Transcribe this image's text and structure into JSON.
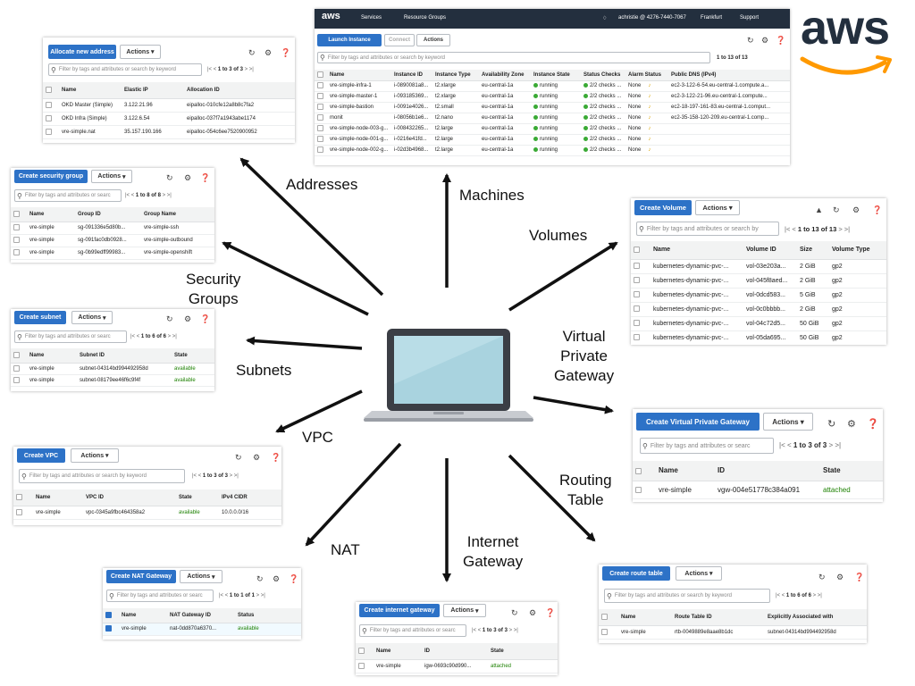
{
  "labels": {
    "addresses": "Addresses",
    "machines": "Machines",
    "volumes": "Volumes",
    "security_groups": "Security\nGroups",
    "subnets": "Subnets",
    "vpg": "Virtual\nPrivate\nGateway",
    "vpc": "VPC",
    "nat": "NAT",
    "internet_gateway": "Internet\nGateway",
    "routing_table": "Routing\nTable"
  },
  "logo": {
    "text": "aws",
    "color": "#232f3e",
    "smile_color": "#ff9900"
  },
  "colors": {
    "primary": "#2d72c7",
    "green": "#1d8102",
    "navbar": "#232f3e"
  },
  "common": {
    "actions": "Actions",
    "filter": "Filter by tags and attributes or search by keyword"
  },
  "machines": {
    "nav": {
      "services": "Services",
      "resource_groups": "Resource Groups",
      "account": "achristie @ 4276-7440-7067",
      "region": "Frankfurt",
      "support": "Support"
    },
    "launch": "Launch Instance",
    "connect": "Connect",
    "pager": "1 to 13 of 13",
    "columns": [
      "Name",
      "Instance ID",
      "Instance Type",
      "Availability Zone",
      "Instance State",
      "Status Checks",
      "Alarm Status",
      "Public DNS (IPv4)"
    ],
    "rows": [
      [
        "vre-simple-infra-1",
        "i-0890081a8...",
        "t2.xlarge",
        "eu-central-1a",
        "running",
        "2/2 checks ...",
        "None",
        "ec2-3-122-6-54.eu-central-1.compute.a..."
      ],
      [
        "vre-simple-master-1",
        "i-093185369...",
        "t2.xlarge",
        "eu-central-1a",
        "running",
        "2/2 checks ...",
        "None",
        "ec2-3-122-21-96.eu-central-1.compute..."
      ],
      [
        "vre-simple-bastion",
        "i-0091e4026...",
        "t2.small",
        "eu-central-1a",
        "running",
        "2/2 checks ...",
        "None",
        "ec2-18-197-161-83.eu-central-1.comput..."
      ],
      [
        "monit",
        "i-08056b1e6...",
        "t2.nano",
        "eu-central-1a",
        "running",
        "2/2 checks ...",
        "None",
        "ec2-35-158-120-209.eu-central-1.comp..."
      ],
      [
        "vre-simple-node-003-g...",
        "i-008432265...",
        "t2.large",
        "eu-central-1a",
        "running",
        "2/2 checks ...",
        "None",
        ""
      ],
      [
        "vre-simple-node-001-g...",
        "i-0216e41fd...",
        "t2.large",
        "eu-central-1a",
        "running",
        "2/2 checks ...",
        "None",
        ""
      ],
      [
        "vre-simple-node-002-g...",
        "i-02d3b4968...",
        "t2.large",
        "eu-central-1a",
        "running",
        "2/2 checks ...",
        "None",
        ""
      ]
    ]
  },
  "addresses": {
    "button": "Allocate new address",
    "pager": "1 to 3 of 3",
    "columns": [
      "Name",
      "Elastic IP",
      "Allocation ID"
    ],
    "rows": [
      [
        "OKD Master (Simple)",
        "3.122.21.96",
        "eipalloc-010cfe12a8b8c7fa2"
      ],
      [
        "OKD Infra (Simple)",
        "3.122.6.54",
        "eipalloc-037f7a1943abe1174"
      ],
      [
        "vre-simple.nat",
        "35.157.190.166",
        "eipalloc-054c6ee7520900952"
      ]
    ]
  },
  "security_groups": {
    "button": "Create security group",
    "filter": "Filter by tags and attributes or searc",
    "pager": "1 to 8 of 8",
    "columns": [
      "Name",
      "Group ID",
      "Group Name"
    ],
    "rows": [
      [
        "vre-simple",
        "sg-091336e5d80b...",
        "vre-simple-ssh"
      ],
      [
        "vre-simple",
        "sg-091fac0db0928...",
        "vre-simple-outbound"
      ],
      [
        "vre-simple",
        "sg-0b99edff99983...",
        "vre-simple-openshift"
      ]
    ]
  },
  "subnets": {
    "button": "Create subnet",
    "filter": "Filter by tags and attributes or searc",
    "pager": "1 to 6 of 6",
    "columns": [
      "Name",
      "Subnet ID",
      "State"
    ],
    "rows": [
      [
        "vre-simple",
        "subnet-04314bd994492958d",
        "available"
      ],
      [
        "vre-simple",
        "subnet-08179ee46f6c9f4f",
        "available"
      ]
    ]
  },
  "vpc": {
    "button": "Create VPC",
    "pager": "1 to 3 of 3",
    "columns": [
      "Name",
      "VPC ID",
      "State",
      "IPv4 CIDR"
    ],
    "rows": [
      [
        "vre-simple",
        "vpc-0345a9fbc464358a2",
        "available",
        "10.0.0.0/16"
      ]
    ]
  },
  "nat": {
    "button": "Create NAT Gateway",
    "filter": "Filter by tags and attributes or searc",
    "pager": "1 to 1 of 1",
    "columns": [
      "Name",
      "NAT Gateway ID",
      "Status"
    ],
    "rows": [
      [
        "vre-simple",
        "nat-0dd870a6370...",
        "available"
      ]
    ]
  },
  "igw": {
    "button": "Create internet gateway",
    "filter": "Filter by tags and attributes or searc",
    "pager": "1 to 3 of 3",
    "columns": [
      "Name",
      "ID",
      "State"
    ],
    "rows": [
      [
        "vre-simple",
        "igw-0693c90d990...",
        "attached"
      ]
    ]
  },
  "routes": {
    "button": "Create route table",
    "pager": "1 to 6 of 6",
    "columns": [
      "Name",
      "Route Table ID",
      "Explicitly Associated with"
    ],
    "rows": [
      [
        "vre-simple",
        "rtb-0049889e8aae8b1dc",
        "subnet-04314bd994492958d"
      ]
    ]
  },
  "vpg": {
    "button": "Create Virtual Private Gateway",
    "filter": "Filter by tags and attributes or searc",
    "pager": "1 to 3 of 3",
    "columns": [
      "Name",
      "ID",
      "State"
    ],
    "rows": [
      [
        "vre-simple",
        "vgw-004e51778c384a091",
        "attached"
      ]
    ]
  },
  "volumes": {
    "button": "Create Volume",
    "filter": "Filter by tags and attributes or search by",
    "pager": "1 to 13 of 13",
    "columns": [
      "Name",
      "Volume ID",
      "Size",
      "Volume Type"
    ],
    "rows": [
      [
        "kubernetes-dynamic-pvc-...",
        "vol-03e203a...",
        "2 GiB",
        "gp2"
      ],
      [
        "kubernetes-dynamic-pvc-...",
        "vol-045f8aed...",
        "2 GiB",
        "gp2"
      ],
      [
        "kubernetes-dynamic-pvc-...",
        "vol-0dcd583...",
        "5 GiB",
        "gp2"
      ],
      [
        "kubernetes-dynamic-pvc-...",
        "vol-0c0bbbb...",
        "2 GiB",
        "gp2"
      ],
      [
        "kubernetes-dynamic-pvc-...",
        "vol-04c72d5...",
        "50 GiB",
        "gp2"
      ],
      [
        "kubernetes-dynamic-pvc-...",
        "vol-05da695...",
        "50 GiB",
        "gp2"
      ]
    ]
  }
}
